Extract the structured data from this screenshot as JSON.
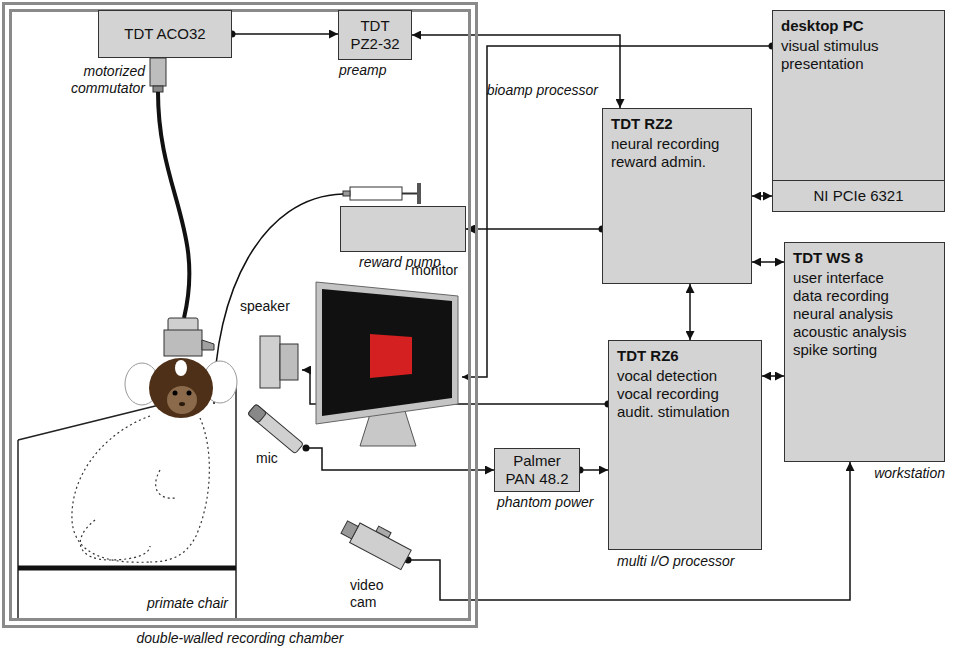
{
  "diagram": {
    "nodes": [
      {
        "text": [
          "double-walled recording chamber"
        ]
      },
      {
        "text": [
          "TDT ACO32",
          "motorized commutator"
        ],
        "in": 0
      },
      {
        "text": [
          "TDT PZ2-32",
          "preamp"
        ],
        "in": 0
      },
      {
        "text": [
          "desktop PC",
          "visual stimulus presentation"
        ]
      },
      {
        "text": [
          "NI PCIe 6321"
        ],
        "in": 3
      },
      {
        "text": [
          "TDT RZ2",
          "neural recording reward admin.",
          "bioamp processor"
        ]
      },
      {
        "text": [
          "reward pump"
        ],
        "in": 0
      },
      {
        "text": [
          "monitor"
        ],
        "in": 0
      },
      {
        "text": [
          "speaker"
        ],
        "in": 0
      },
      {
        "text": [
          "TDT WS 8",
          "user interface data recording neural analysis acoustic analysis spike sorting",
          "workstation"
        ]
      },
      {
        "text": [
          "mic"
        ],
        "in": 0
      },
      {
        "text": [
          "TDT RZ6",
          "vocal detection vocal recording audit. stimulation",
          "multi I/O processor"
        ]
      },
      {
        "text": [
          "Palmer PAN 48.2",
          "phantom power"
        ]
      },
      {
        "text": [
          "video cam"
        ],
        "in": 0
      },
      {
        "text": [
          "primate chair"
        ],
        "in": 0
      }
    ],
    "edges": [
      {
        "from": 1,
        "to": 2,
        "arrow": "to"
      },
      {
        "from": 2,
        "to": 5,
        "arrow": "both"
      },
      {
        "from": 5,
        "to": 4,
        "arrow": "both"
      },
      {
        "from": 5,
        "to": 6,
        "arrow": "to"
      },
      {
        "from": 5,
        "to": 9,
        "arrow": "both"
      },
      {
        "from": 5,
        "to": 11,
        "arrow": "both"
      },
      {
        "from": 3,
        "to": 7,
        "arrow": "to"
      },
      {
        "from": 11,
        "to": 9,
        "arrow": "both"
      },
      {
        "from": 11,
        "to": 8,
        "arrow": "to"
      },
      {
        "from": 10,
        "to": 12,
        "arrow": "to"
      },
      {
        "from": 12,
        "to": 11,
        "arrow": "to"
      },
      {
        "from": 13,
        "to": 9,
        "arrow": "to"
      }
    ]
  }
}
